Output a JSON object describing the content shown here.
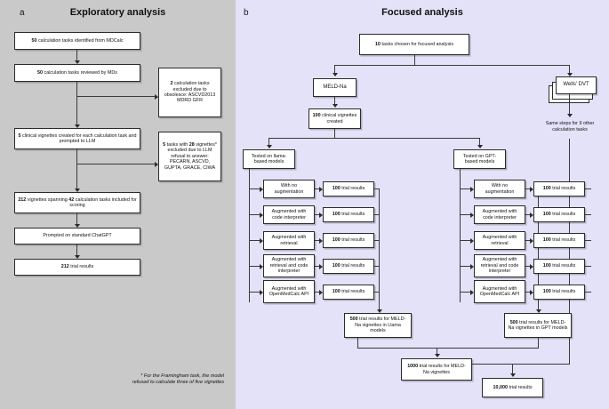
{
  "panels": {
    "a": {
      "letter": "a",
      "title": "Exploratory analysis",
      "boxes": {
        "identified": "50 calculation tasks identified from MDCalc",
        "identified_bold": "50",
        "reviewed": "50 calculation tasks reviewed by MDs",
        "reviewed_bold": "50",
        "excluded_obsolete": "2 calculation tasks excluded due to obsolesce: ASCVD2013 MDRD GFR",
        "excluded_obsolete_bold": "2",
        "vignettes_created": "5 clinical vignettes created for each calculation task and prompted to LLM",
        "vignettes_created_bold": "5",
        "excluded_refusal": "5 tasks with 28 vignettes* excluded due to LLM refusal to answer: PECARN, ASCVD, GUPTA, GRACE, CIWA",
        "excluded_refusal_bold1": "5",
        "excluded_refusal_bold2": "28",
        "included_scoring": "212 vignettes spanning 42 calculation tasks included for scoring",
        "included_scoring_bold1": "212",
        "included_scoring_bold2": "42",
        "prompted_chatgpt": "Prompted on standard ChatGPT",
        "trial_results": "212 trial results",
        "trial_results_bold": "212"
      },
      "footnote": "* For the Framingham task, the model refused to calculate three of five vignettes"
    },
    "b": {
      "letter": "b",
      "title": "Focused analysis",
      "boxes": {
        "tasks_chosen": "10 tasks chosen for focused analysis",
        "tasks_chosen_bold": "10",
        "meld_na": "MELD-Na",
        "wells_dvt": "Wells' DVT",
        "clinical_vignettes": "100 clinical vignettes created",
        "clinical_vignettes_bold": "100",
        "tested_llama": "Tested on llama-based models",
        "tested_gpt": "Tested on GPT-based models",
        "total_llama": "500 trial results for MELD-Na vignettes in Llama models",
        "total_llama_bold": "500",
        "total_gpt": "500 trial results for MELD-Na vignettes in GPT models",
        "total_gpt_bold": "500",
        "total_meld": "1000 trial results for MELD-Na vignettes",
        "total_meld_bold": "1000",
        "grand_total": "10,000 trial results",
        "grand_total_bold": "10,000"
      },
      "side_label": "Same steps for 9 other calculation tasks",
      "trial_result_label": "100 trial results",
      "trial_result_bold": "100",
      "conditions": [
        "With no augmentation",
        "Augmented with code interpreter",
        "Augmented with retrieval",
        "Augmented with retrieval and code interpreter",
        "Augmented with OpenMedCalc API"
      ]
    }
  },
  "colors": {
    "panel_a_bg": "#c9c9c9",
    "panel_b_bg": "#e3e2f8",
    "box_fill": "#ffffff",
    "box_stroke": "#2b2b2b",
    "text": "#111111"
  }
}
